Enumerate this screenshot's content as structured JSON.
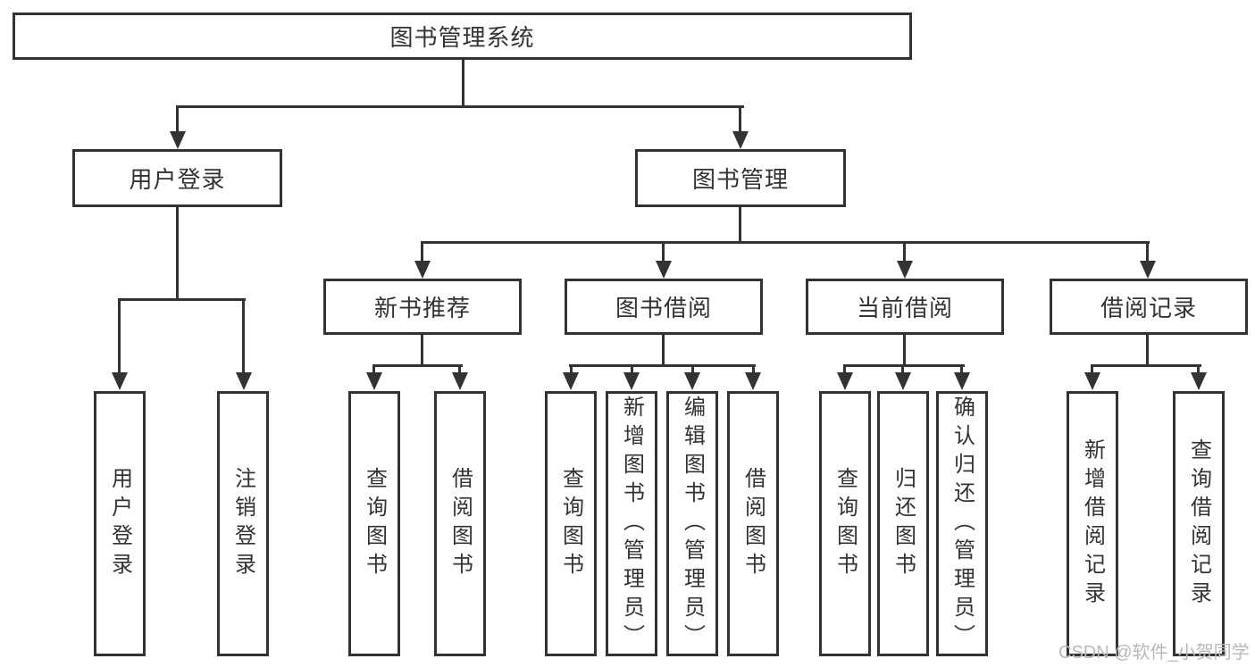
{
  "diagram": {
    "type": "hierarchy-tree",
    "line_color": "#333333",
    "text_color": "#333333",
    "background_color": "#ffffff",
    "tree": {
      "root": {
        "label": "图书管理系统",
        "children": [
          {
            "label": "用户登录",
            "children": [
              {
                "label": "用户登录"
              },
              {
                "label": "注销登录"
              }
            ]
          },
          {
            "label": "图书管理",
            "children": [
              {
                "label": "新书推荐",
                "children": [
                  {
                    "label": "查询图书"
                  },
                  {
                    "label": "借阅图书"
                  }
                ]
              },
              {
                "label": "图书借阅",
                "children": [
                  {
                    "label": "查询图书"
                  },
                  {
                    "label": "新增图书（管理员）"
                  },
                  {
                    "label": "编辑图书（管理员）"
                  },
                  {
                    "label": "借阅图书"
                  }
                ]
              },
              {
                "label": "当前借阅",
                "children": [
                  {
                    "label": "查询图书"
                  },
                  {
                    "label": "归还图书"
                  },
                  {
                    "label": "确认归还（管理员）"
                  }
                ]
              },
              {
                "label": "借阅记录",
                "children": [
                  {
                    "label": "新增借阅记录"
                  },
                  {
                    "label": "查询借阅记录"
                  }
                ]
              }
            ]
          }
        ]
      }
    }
  },
  "watermark": {
    "text": "CSDN @软件_小贺同学",
    "color": "#b9b9b9"
  }
}
